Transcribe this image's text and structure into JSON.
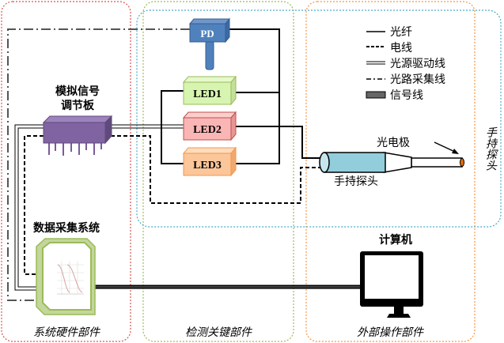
{
  "groups": {
    "hardware": "系统硬件部件",
    "key_detection": "检测关键部件",
    "external": "外部操作部件",
    "handheld_probe_group": "手持探头"
  },
  "components": {
    "pd": "PD",
    "led1": "LED1",
    "led2": "LED2",
    "led3": "LED3",
    "analog_board_line1": "模拟信号",
    "analog_board_line2": "调节板",
    "daq": "数据采集系统",
    "computer": "计算机",
    "probe": "手持探头",
    "photoelectrode": "光电极"
  },
  "legend": [
    {
      "label": "光纤",
      "style": "solid"
    },
    {
      "label": "电线",
      "style": "dashed"
    },
    {
      "label": "光源驱动线",
      "style": "double"
    },
    {
      "label": "光路采集线",
      "style": "dash-dot"
    },
    {
      "label": "信号线",
      "style": "thick"
    }
  ],
  "colors": {
    "hardware_border": "#d9534f",
    "key_border": "#9bbb59",
    "external_border": "#f79646",
    "probe_border": "#4bacc6",
    "pd": "#4f81bd",
    "led1": "#d7f5b0",
    "led2": "#f9b6b4",
    "led3": "#fbc79a",
    "board": "#8064a2",
    "probe_body": "#92cddc"
  }
}
